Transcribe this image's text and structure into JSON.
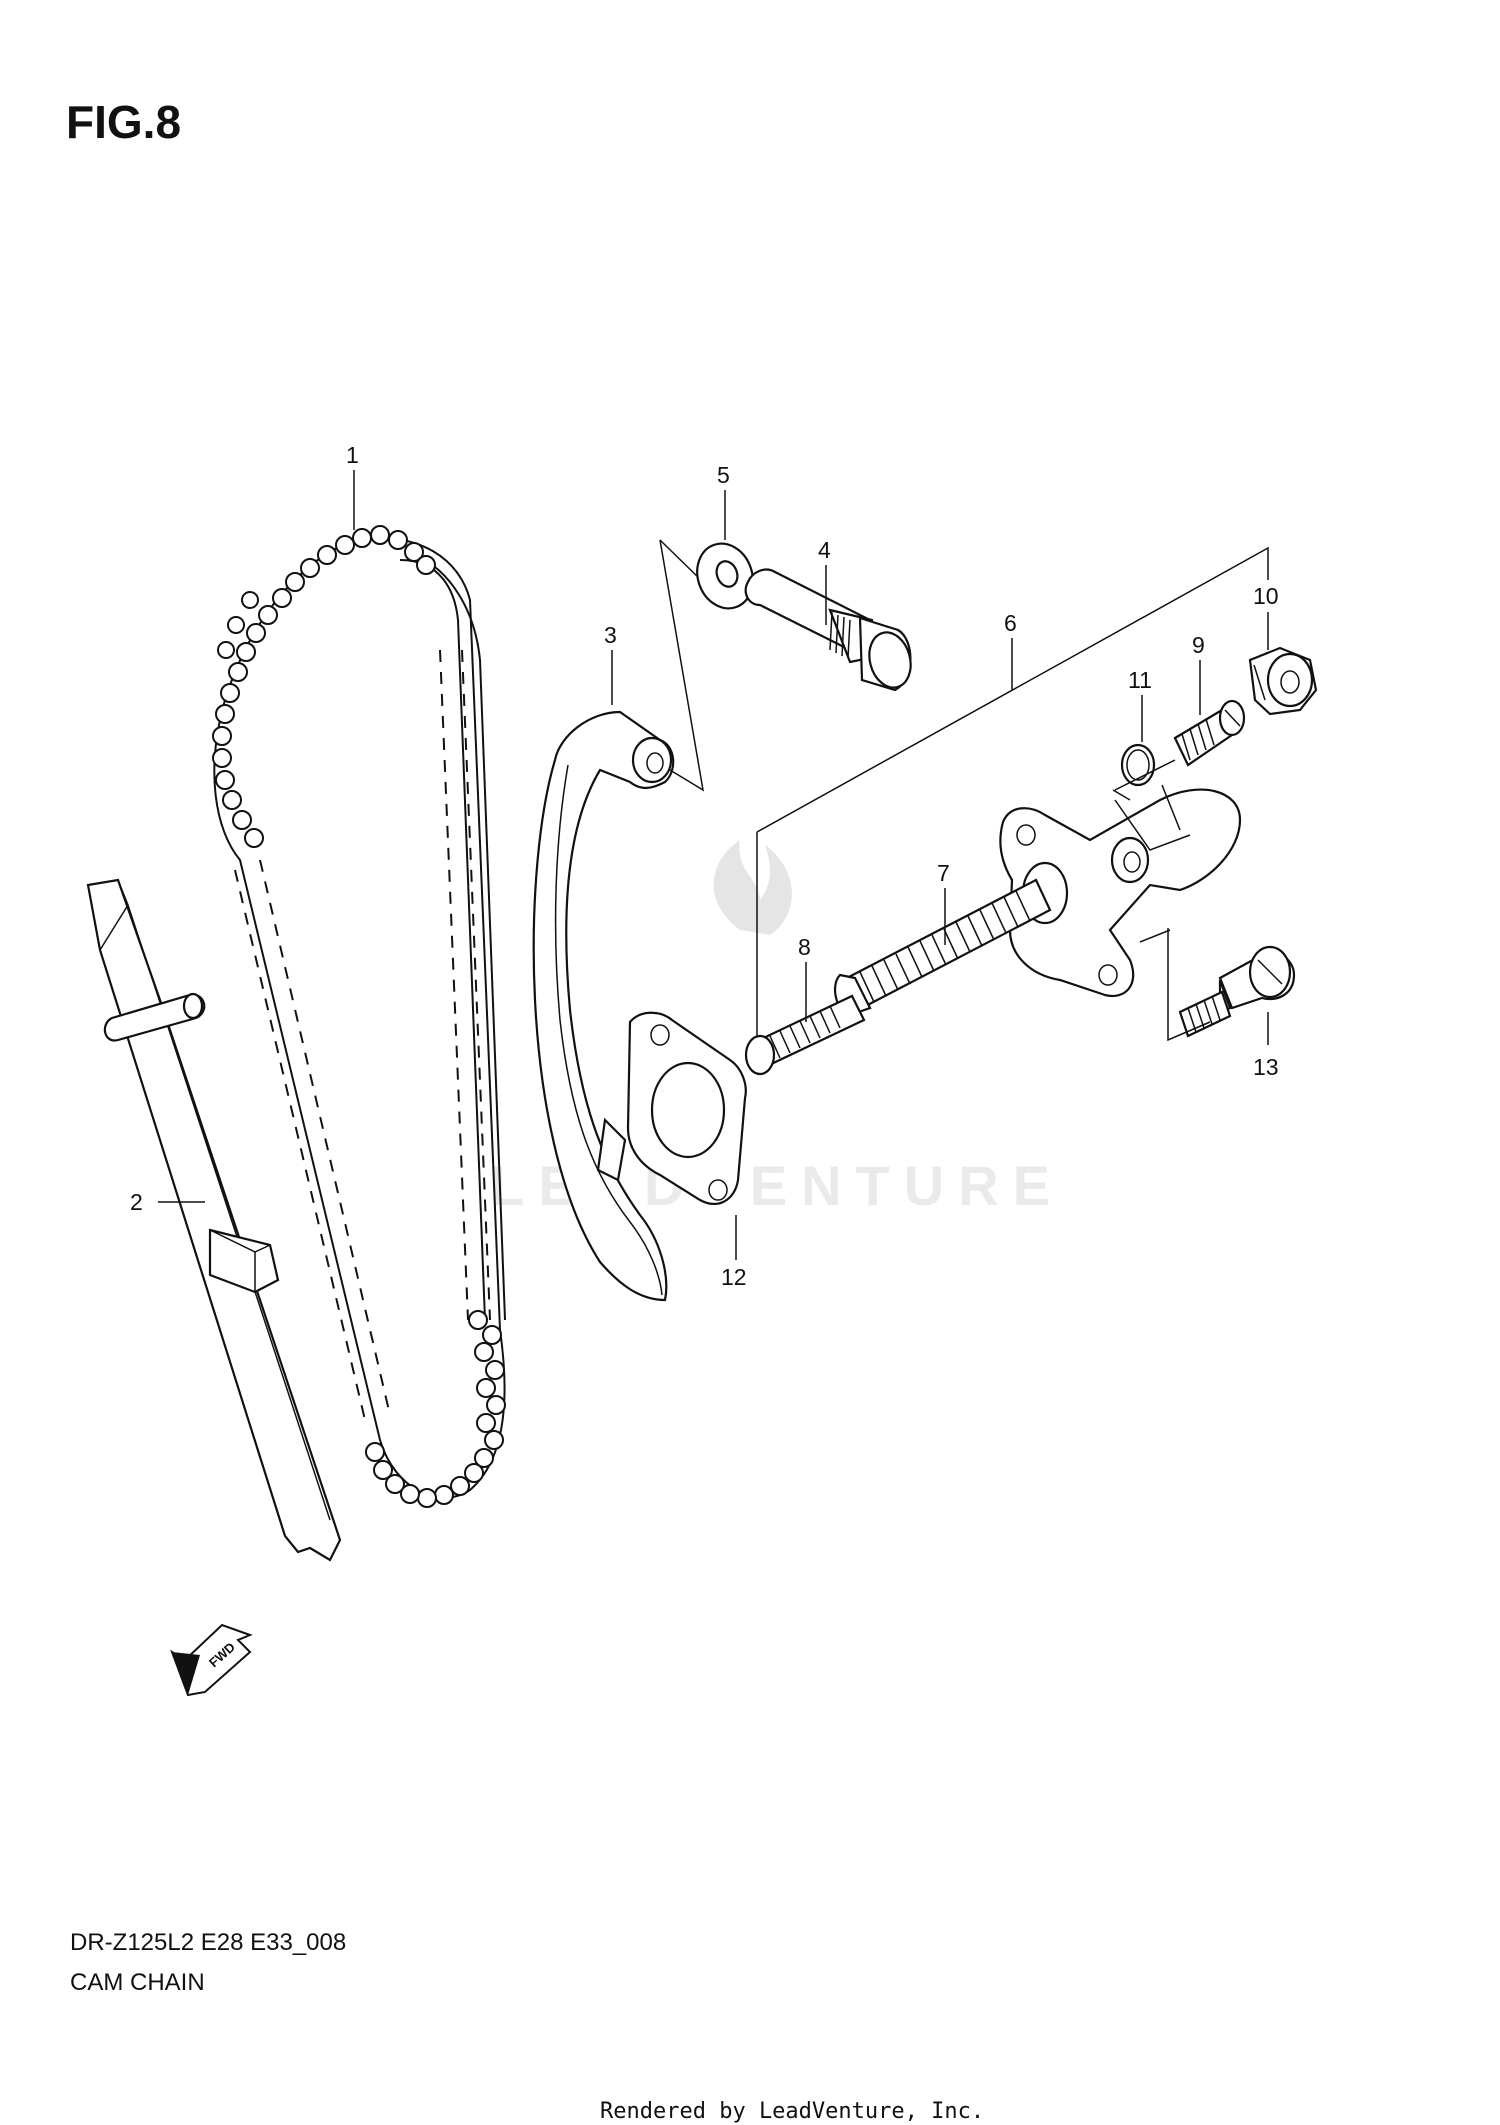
{
  "figure": {
    "title": "FIG.8",
    "model_code": "DR-Z125L2 E28 E33_008",
    "diagram_name": "CAM CHAIN",
    "footer": "Rendered by LeadVenture, Inc.",
    "watermark": "LEADVENTURE",
    "fwd_label": "FWD"
  },
  "callouts": [
    {
      "id": "1",
      "part": "cam chain"
    },
    {
      "id": "2",
      "part": "chain guide"
    },
    {
      "id": "3",
      "part": "tensioner guide"
    },
    {
      "id": "4",
      "part": "pivot bolt"
    },
    {
      "id": "5",
      "part": "washer"
    },
    {
      "id": "6",
      "part": "tensioner adjuster assembly"
    },
    {
      "id": "7",
      "part": "spring"
    },
    {
      "id": "8",
      "part": "push rod"
    },
    {
      "id": "9",
      "part": "screw"
    },
    {
      "id": "10",
      "part": "nut"
    },
    {
      "id": "11",
      "part": "o-ring"
    },
    {
      "id": "12",
      "part": "gasket"
    },
    {
      "id": "13",
      "part": "bolt"
    }
  ],
  "colors": {
    "ink": "#111111",
    "watermark": "#d9d9d9",
    "background": "#ffffff"
  }
}
